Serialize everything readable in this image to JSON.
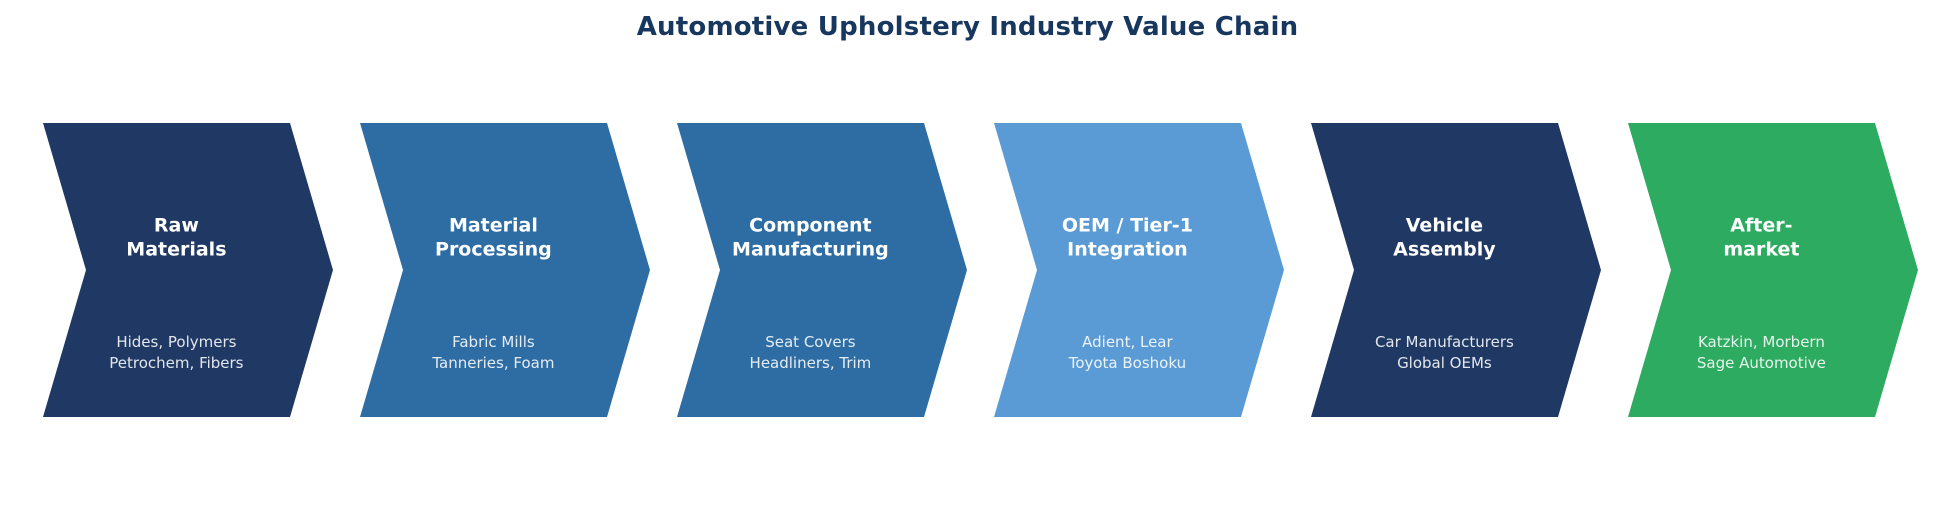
{
  "title": "Automotive Upholstery Industry Value Chain",
  "colors": {
    "title_text": "#17375e",
    "dark_blue": "#1f3864",
    "medium_blue": "#2e6da4",
    "light_blue": "#5b9bd5",
    "green": "#2dab61",
    "stage_text": "#ffffff"
  },
  "stages": [
    {
      "label": "Raw\nMaterials",
      "sub": "Hides, Polymers\nPetrochem, Fibers",
      "color": "#1f3864"
    },
    {
      "label": "Material\nProcessing",
      "sub": "Fabric Mills\nTanneries, Foam",
      "color": "#2e6da4"
    },
    {
      "label": "Component\nManufacturing",
      "sub": "Seat Covers\nHeadliners, Trim",
      "color": "#2e6da4"
    },
    {
      "label": "OEM / Tier-1\nIntegration",
      "sub": "Adient, Lear\nToyota Boshoku",
      "color": "#5b9bd5"
    },
    {
      "label": "Vehicle\nAssembly",
      "sub": "Car Manufacturers\nGlobal OEMs",
      "color": "#1f3864"
    },
    {
      "label": "After-\nmarket",
      "sub": "Katzkin, Morbern\nSage Automotive",
      "color": "#2dab61"
    }
  ]
}
